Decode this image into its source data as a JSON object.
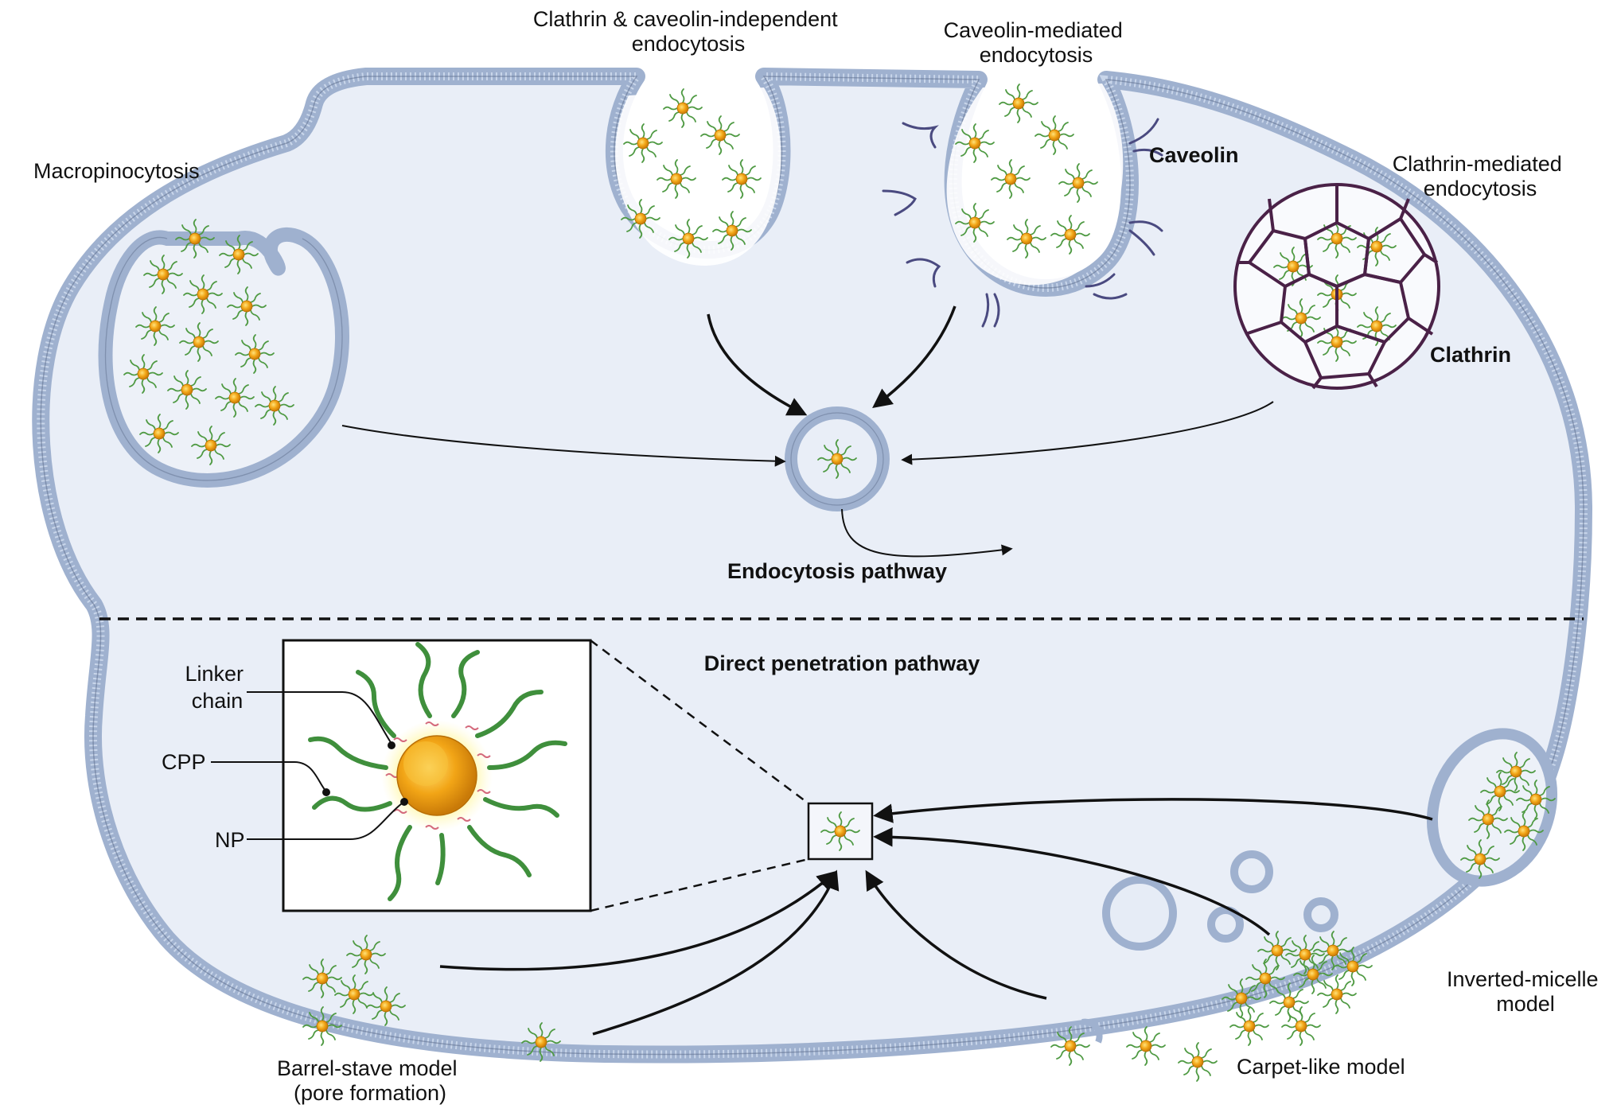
{
  "labels": {
    "macropinocytosis": "Macropinocytosis",
    "clathrin_caveolin_independent": [
      "Clathrin & caveolin-independent",
      "endocytosis"
    ],
    "caveolin_mediated": [
      "Caveolin-mediated",
      "endocytosis"
    ],
    "caveolin": "Caveolin",
    "clathrin_mediated": [
      "Clathrin-mediated",
      "endocytosis"
    ],
    "clathrin": "Clathrin",
    "endocytosis_pathway": "Endocytosis pathway",
    "direct_penetration_pathway": "Direct penetration pathway",
    "linker_chain": [
      "Linker",
      "chain"
    ],
    "cpp": "CPP",
    "np": "NP",
    "barrel_stave": [
      "Barrel-stave model",
      "(pore formation)"
    ],
    "carpet_like": "Carpet-like model",
    "inverted_micelle": [
      "Inverted-micelle",
      "model"
    ]
  },
  "colors": {
    "cytoplasm": "#e9eef7",
    "membrane": "#b9c8e0",
    "membrane_edge": "#5f6f8e",
    "nanoparticle": "#f2a516",
    "cpp_chain": "#3f8f3c",
    "linker": "#d46a7c",
    "clathrin_cage": "#4a2147",
    "caveolin_protein": "#4a4a80"
  }
}
